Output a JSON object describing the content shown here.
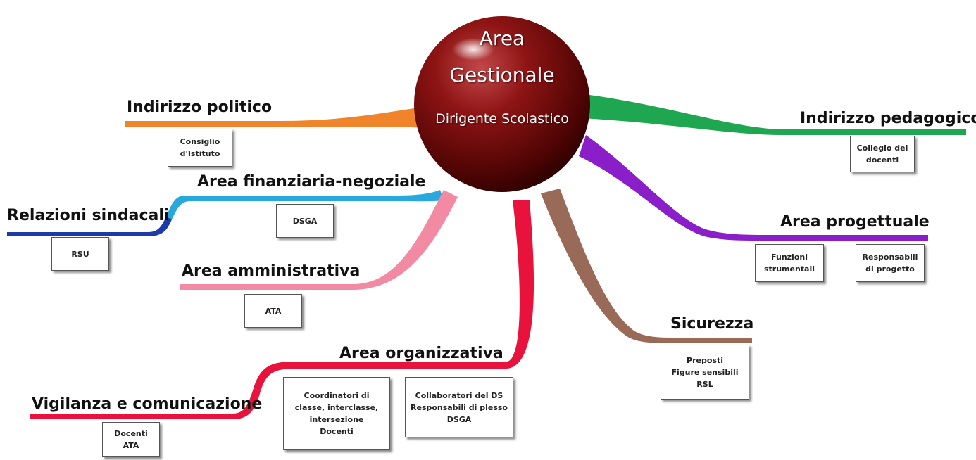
{
  "center": {
    "line1": "Area",
    "line2": "Gestionale",
    "line3": "Dirigente Scolastico"
  },
  "branches": {
    "indirizzo_politico": {
      "label": "Indirizzo politico",
      "boxes": [
        [
          "Consiglio",
          "d'Istituto"
        ]
      ],
      "color": "#f0842a"
    },
    "finanziaria": {
      "label": "Area finanziaria-negoziale",
      "boxes": [
        [
          "DSGA"
        ]
      ],
      "color": "#29a8dc"
    },
    "relazioni": {
      "label": "Relazioni sindacali",
      "boxes": [
        [
          "RSU"
        ]
      ],
      "color": "#1c3aa8"
    },
    "amministrativa": {
      "label": "Area amministrativa",
      "boxes": [
        [
          "ATA"
        ]
      ],
      "color": "#f28aa3"
    },
    "organizzativa": {
      "label": "Area organizzativa",
      "boxes": [
        [
          "Coordinatori di",
          "classe, interclasse,",
          "intersezione",
          "Docenti"
        ],
        [
          "Collaboratori del DS",
          "Responsabili di plesso",
          "DSGA"
        ]
      ],
      "color": "#e8123c"
    },
    "vigilanza": {
      "label": "Vigilanza e comunicazione",
      "boxes": [
        [
          "Docenti",
          "ATA"
        ]
      ],
      "color": "#e8123c"
    },
    "pedagogico": {
      "label": "Indirizzo pedagogico",
      "boxes": [
        [
          "Collegio dei",
          "docenti"
        ]
      ],
      "color": "#1fa650"
    },
    "progettuale": {
      "label": "Area  progettuale",
      "boxes": [
        [
          "Funzioni",
          "strumentali"
        ],
        [
          "Responsabili",
          "di progetto"
        ]
      ],
      "color": "#8a1fc9"
    },
    "sicurezza": {
      "label": "Sicurezza",
      "boxes": [
        [
          "Preposti",
          "Figure sensibili",
          "RSL"
        ]
      ],
      "color": "#9a6a58"
    }
  }
}
